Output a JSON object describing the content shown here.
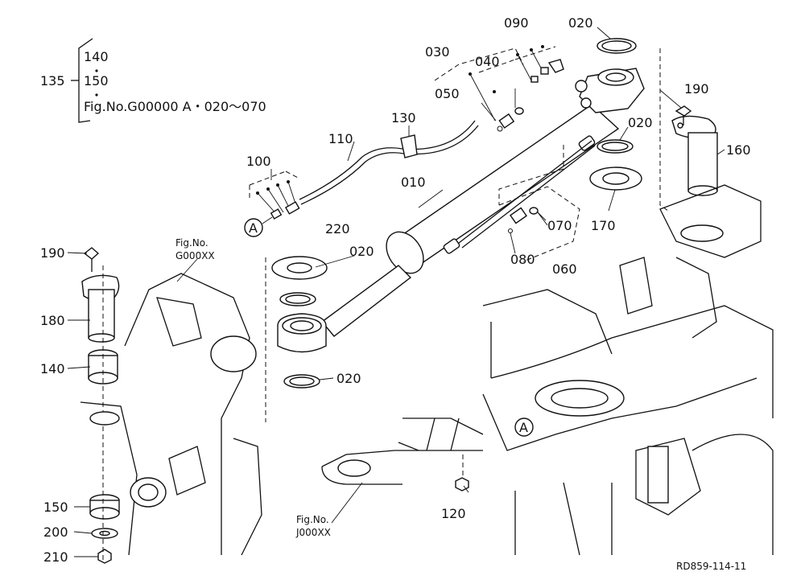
{
  "group_135": {
    "label": "135",
    "items": [
      "140",
      "150",
      "Fig.No.G00000  A・020～070"
    ]
  },
  "callouts": {
    "p010": "010",
    "p020_top": "020",
    "p020_mid": "020",
    "p020_left": "020",
    "p020_low": "020",
    "p030": "030",
    "p040": "040",
    "p050": "050",
    "p060": "060",
    "p070": "070",
    "p080": "080",
    "p090": "090",
    "p100": "100",
    "p110": "110",
    "p120": "120",
    "p130": "130",
    "p140": "140",
    "p150": "150",
    "p160": "160",
    "p170": "170",
    "p180": "180",
    "p190_left": "190",
    "p190_right": "190",
    "p200": "200",
    "p210": "210",
    "p220": "220"
  },
  "refs": {
    "fig_g_line1": "Fig.No.",
    "fig_g_line2": "G000XX",
    "fig_j_line1": "Fig.No.",
    "fig_j_line2": "J000XX",
    "circle_a_left": "A",
    "circle_a_right": "A"
  },
  "drawing_code": "RD859-114-11"
}
